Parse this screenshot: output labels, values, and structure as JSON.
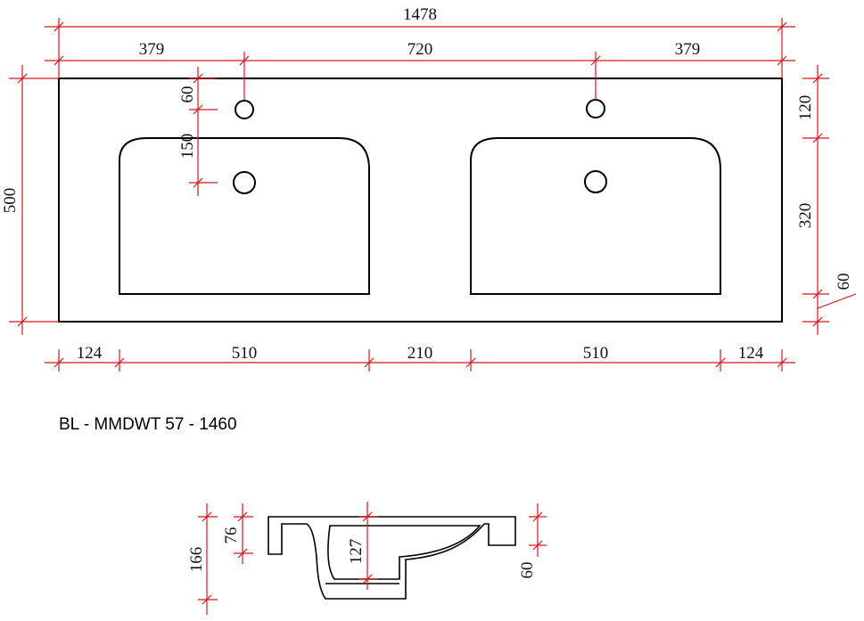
{
  "model_label": "BL - MMDWT 57 - 1460",
  "colors": {
    "outline": "#000000",
    "dimension": "#d9141a",
    "background": "#ffffff"
  },
  "top_view": {
    "overall_width": "1478",
    "tap_spacing": {
      "left": "379",
      "middle": "720",
      "right": "379"
    },
    "depth": "500",
    "tap_hole_offset": "60",
    "tap_to_drain": "150",
    "right_side": {
      "back_margin": "120",
      "basin_depth": "320",
      "edge_thickness": "60"
    },
    "bottom_segments": {
      "left_margin": "124",
      "basin_left": "510",
      "gap": "210",
      "basin_right": "510",
      "right_margin": "124"
    }
  },
  "side_view": {
    "total_height": "166",
    "top_thickness": "76",
    "bowl_depth": "127",
    "edge_height": "60"
  }
}
